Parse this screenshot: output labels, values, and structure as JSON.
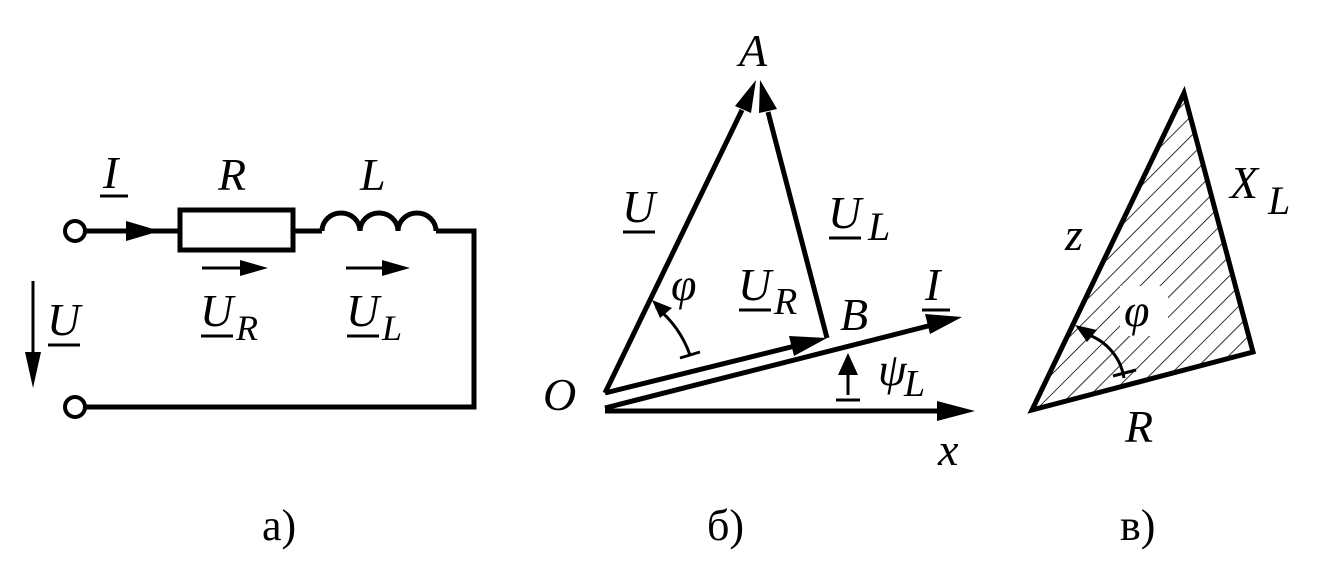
{
  "panel_a": {
    "caption": "а)",
    "labels": {
      "current": "I",
      "resistor": "R",
      "inductor": "L",
      "source_voltage": "U",
      "ur_main": "U",
      "ur_sub": "R",
      "ul_main": "U",
      "ul_sub": "L"
    }
  },
  "panel_b": {
    "caption": "б)",
    "labels": {
      "point_a": "A",
      "point_b": "B",
      "origin": "O",
      "axis_x": "x",
      "voltage_u": "U",
      "ul_main": "U",
      "ul_sub": "L",
      "ur_main": "U",
      "ur_sub": "R",
      "phi": "φ",
      "current": "I",
      "psi_main": "ψ",
      "psi_sub": "L"
    }
  },
  "panel_c": {
    "caption": "в)",
    "labels": {
      "xl_main": "X",
      "xl_sub": "L",
      "z": "z",
      "phi": "φ",
      "r": "R"
    }
  }
}
